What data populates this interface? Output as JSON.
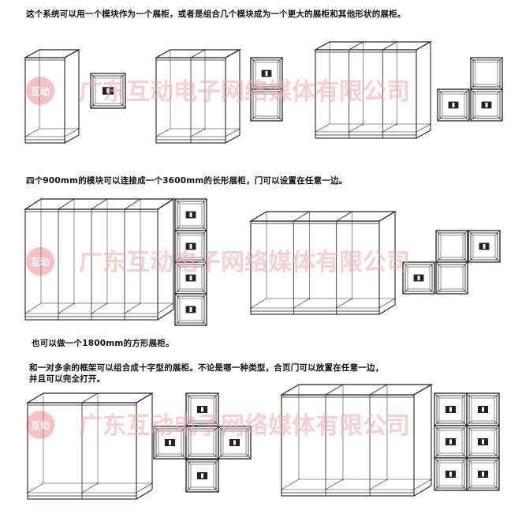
{
  "captions": {
    "c1": "这个系统可以用一个模块作为一个展柜，或者是组合几个模块成为一个更大的展柜和其他形状的展柜。",
    "c2": "四个900mm的模块可以连接成一个3600mm的长形展柜，门可以设置在任意一边。",
    "c3": "也可以做一个1800mm的方形展柜。",
    "c4a": "和一对多余的框架可以组合成十字型的展柜。不论是哪一种类型，合页门可以放置在任意一边，",
    "c4b": "并且可以完全打开。"
  },
  "watermark": {
    "text": "广东互动电子网络媒体有限公司",
    "logo_text": "互动",
    "color": "#e94b50"
  }
}
